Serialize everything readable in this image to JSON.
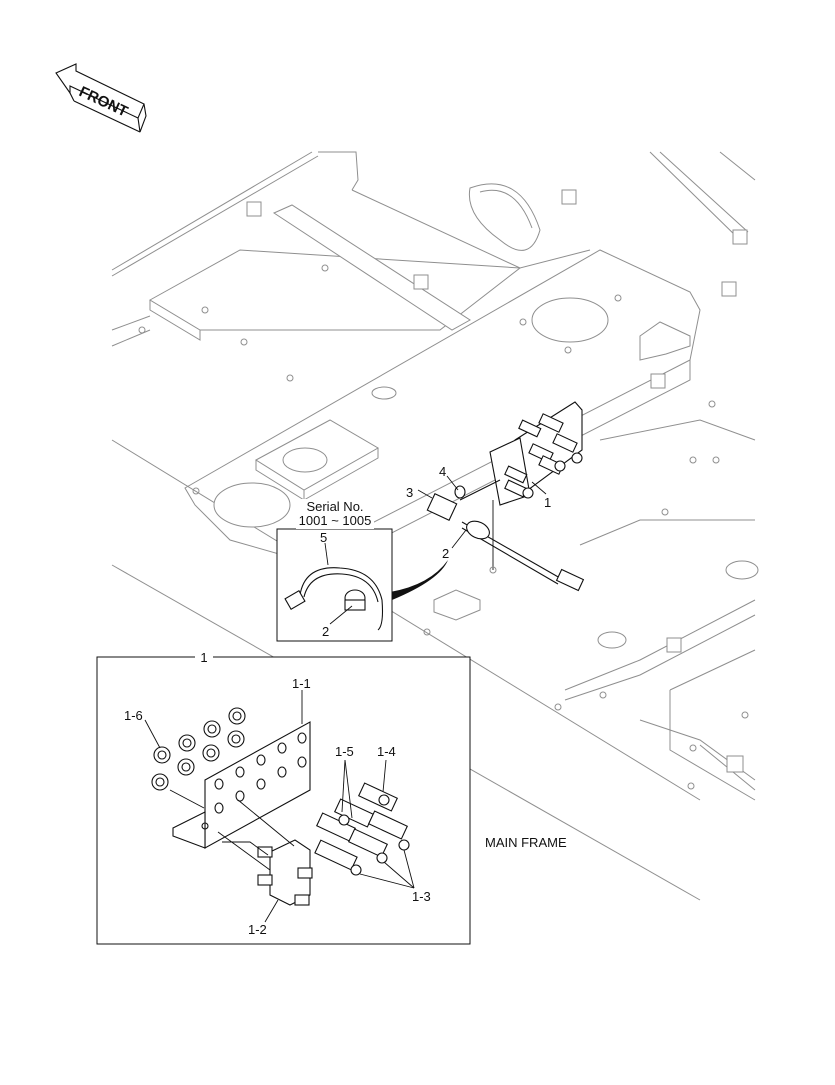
{
  "direction": {
    "front_label": "FRONT"
  },
  "main": {
    "frame_label": "MAIN FRAME",
    "callouts": {
      "c1": "1",
      "c2": "2",
      "c3": "3",
      "c4": "4"
    }
  },
  "inset_serial": {
    "serial_title": "Serial No.",
    "serial_range": "1001 ~ 1005",
    "callouts": {
      "c5": "5",
      "c2": "2"
    }
  },
  "inset_detail": {
    "title": "1",
    "callouts": {
      "c1_1": "1-1",
      "c1_2": "1-2",
      "c1_3": "1-3",
      "c1_4": "1-4",
      "c1_5": "1-5",
      "c1_6": "1-6"
    }
  }
}
